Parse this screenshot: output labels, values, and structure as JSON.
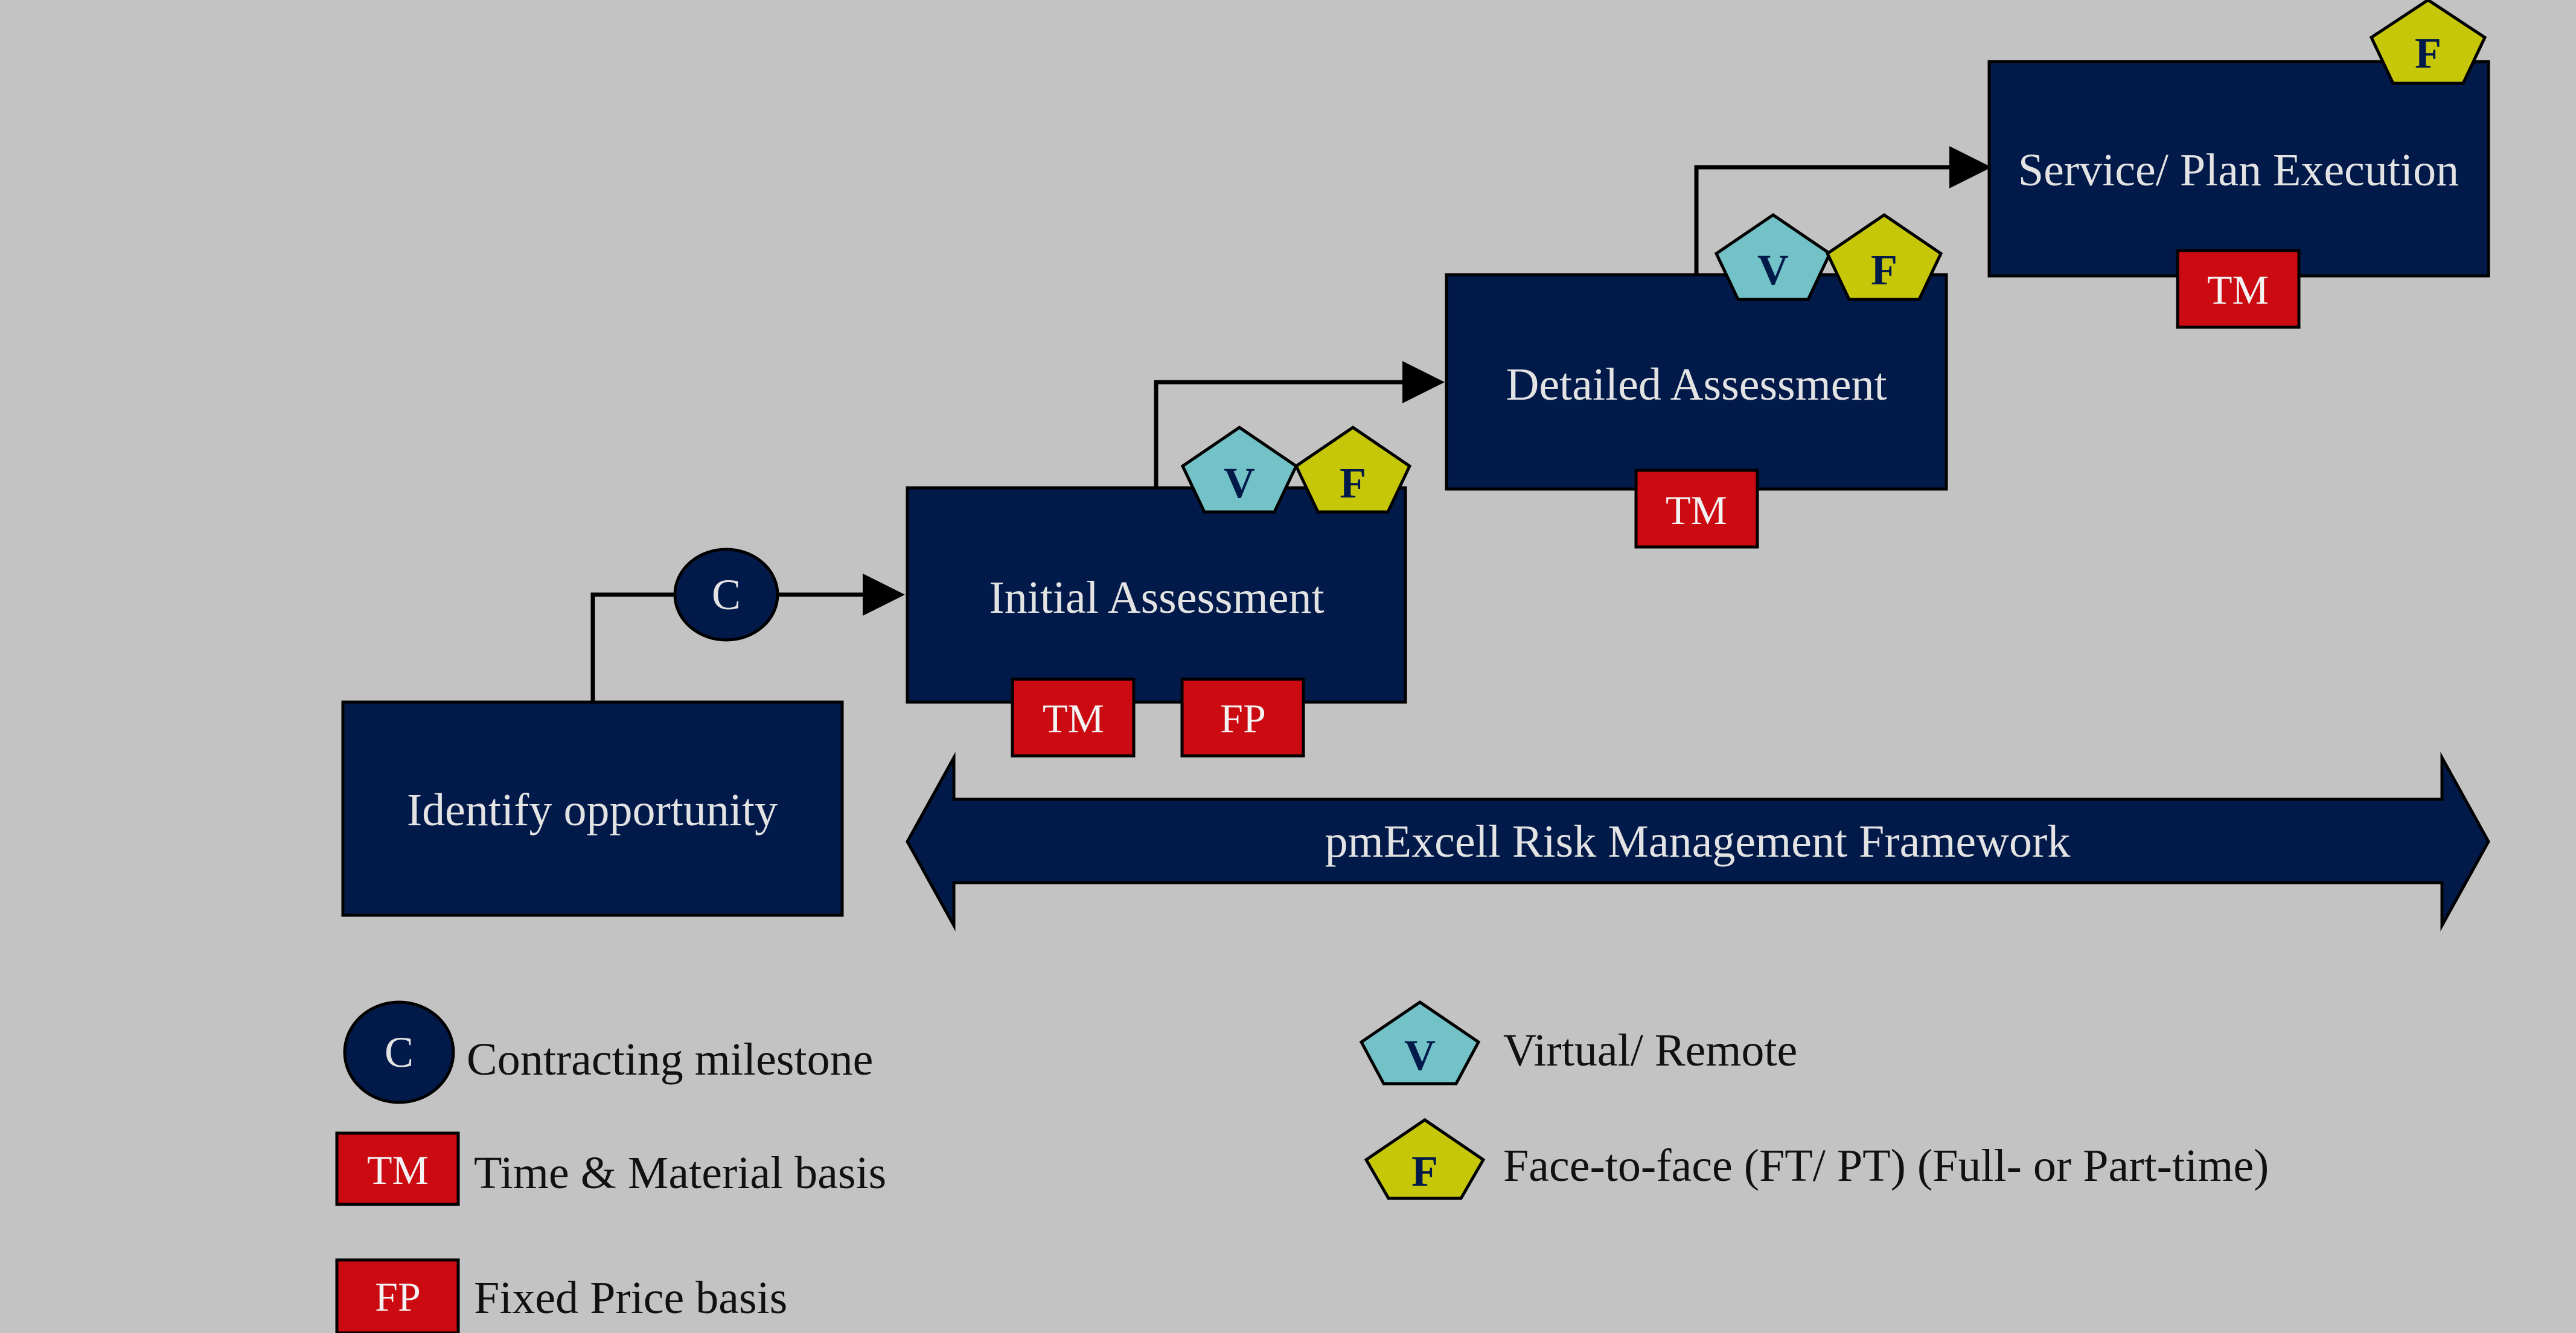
{
  "boxes": {
    "identify": "Identify opportunity",
    "initial": "Initial Assessment",
    "detailed": "Detailed Assessment",
    "execution": "Service/ Plan Execution"
  },
  "framework": "pmExcell Risk Management Framework",
  "badges": {
    "tm": "TM",
    "fp": "FP",
    "v": "V",
    "f": "F",
    "c": "C"
  },
  "legend": {
    "contracting": "Contracting milestone",
    "time_material": "Time & Material basis",
    "fixed_price": "Fixed Price basis",
    "virtual": "Virtual/ Remote",
    "face_to_face": "Face-to-face (FT/ PT) (Full- or Part-time)"
  },
  "colors": {
    "box": "#021a4a",
    "badge_red": "#cc0a12",
    "virtual_cyan": "#73c2c8",
    "face_yellow": "#c7c70a",
    "background": "#c3c3c3"
  }
}
